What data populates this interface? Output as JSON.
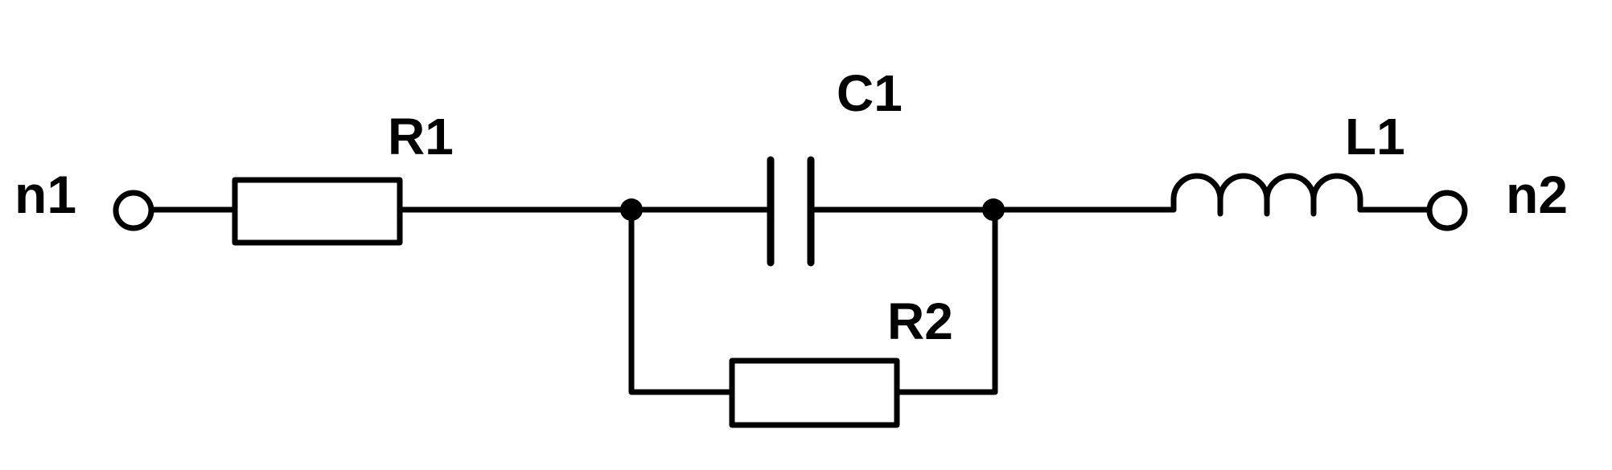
{
  "diagram": {
    "terminals": {
      "left": "n1",
      "right": "n2"
    },
    "components": {
      "r1": "R1",
      "c1": "C1",
      "r2": "R2",
      "l1": "L1"
    }
  }
}
